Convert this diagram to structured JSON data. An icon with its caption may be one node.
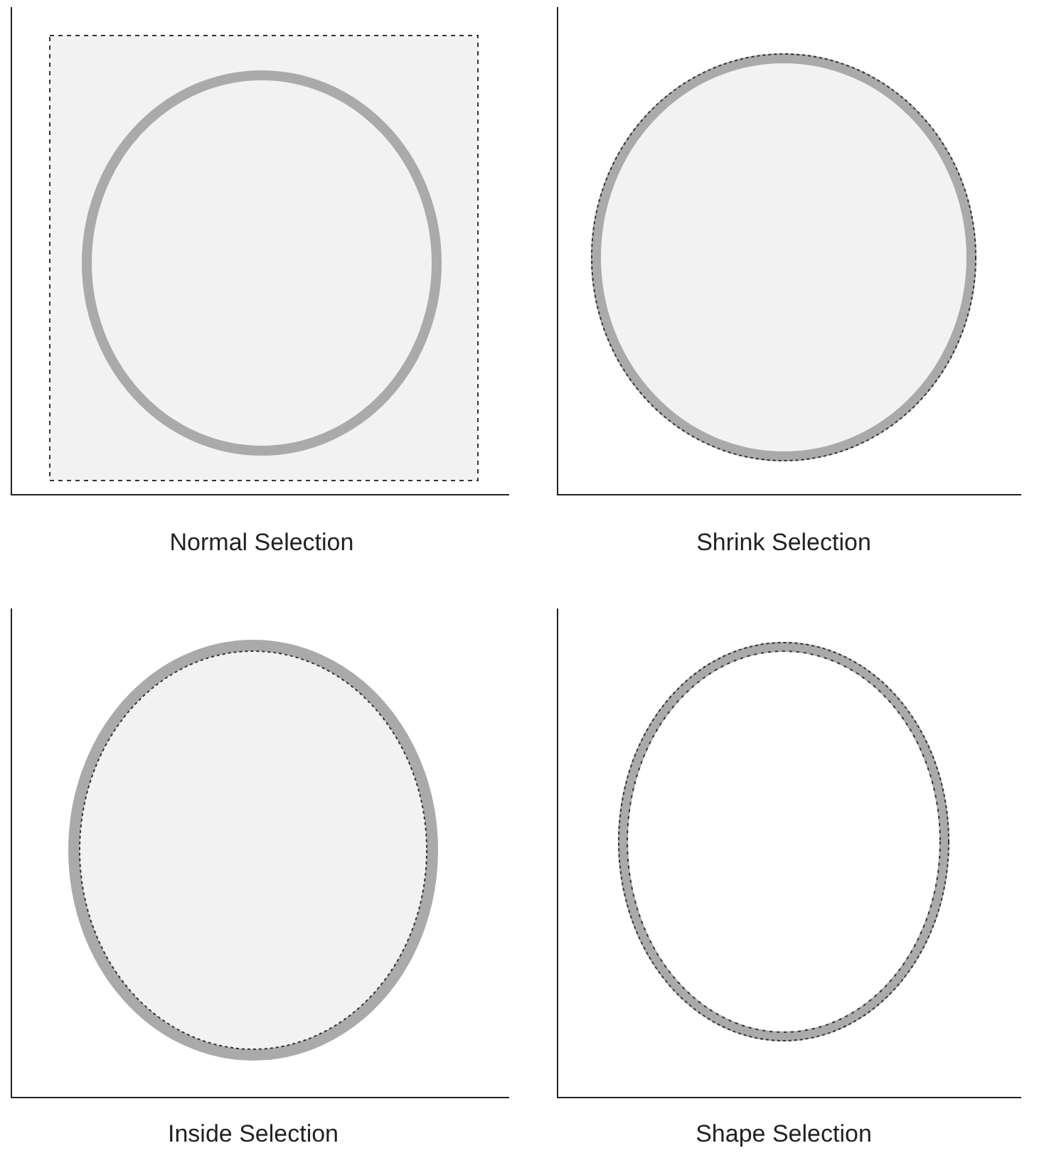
{
  "diagram": {
    "labels": [
      "Normal Selection",
      "Shrink Selection",
      "Inside Selection",
      "Shape Selection"
    ]
  }
}
